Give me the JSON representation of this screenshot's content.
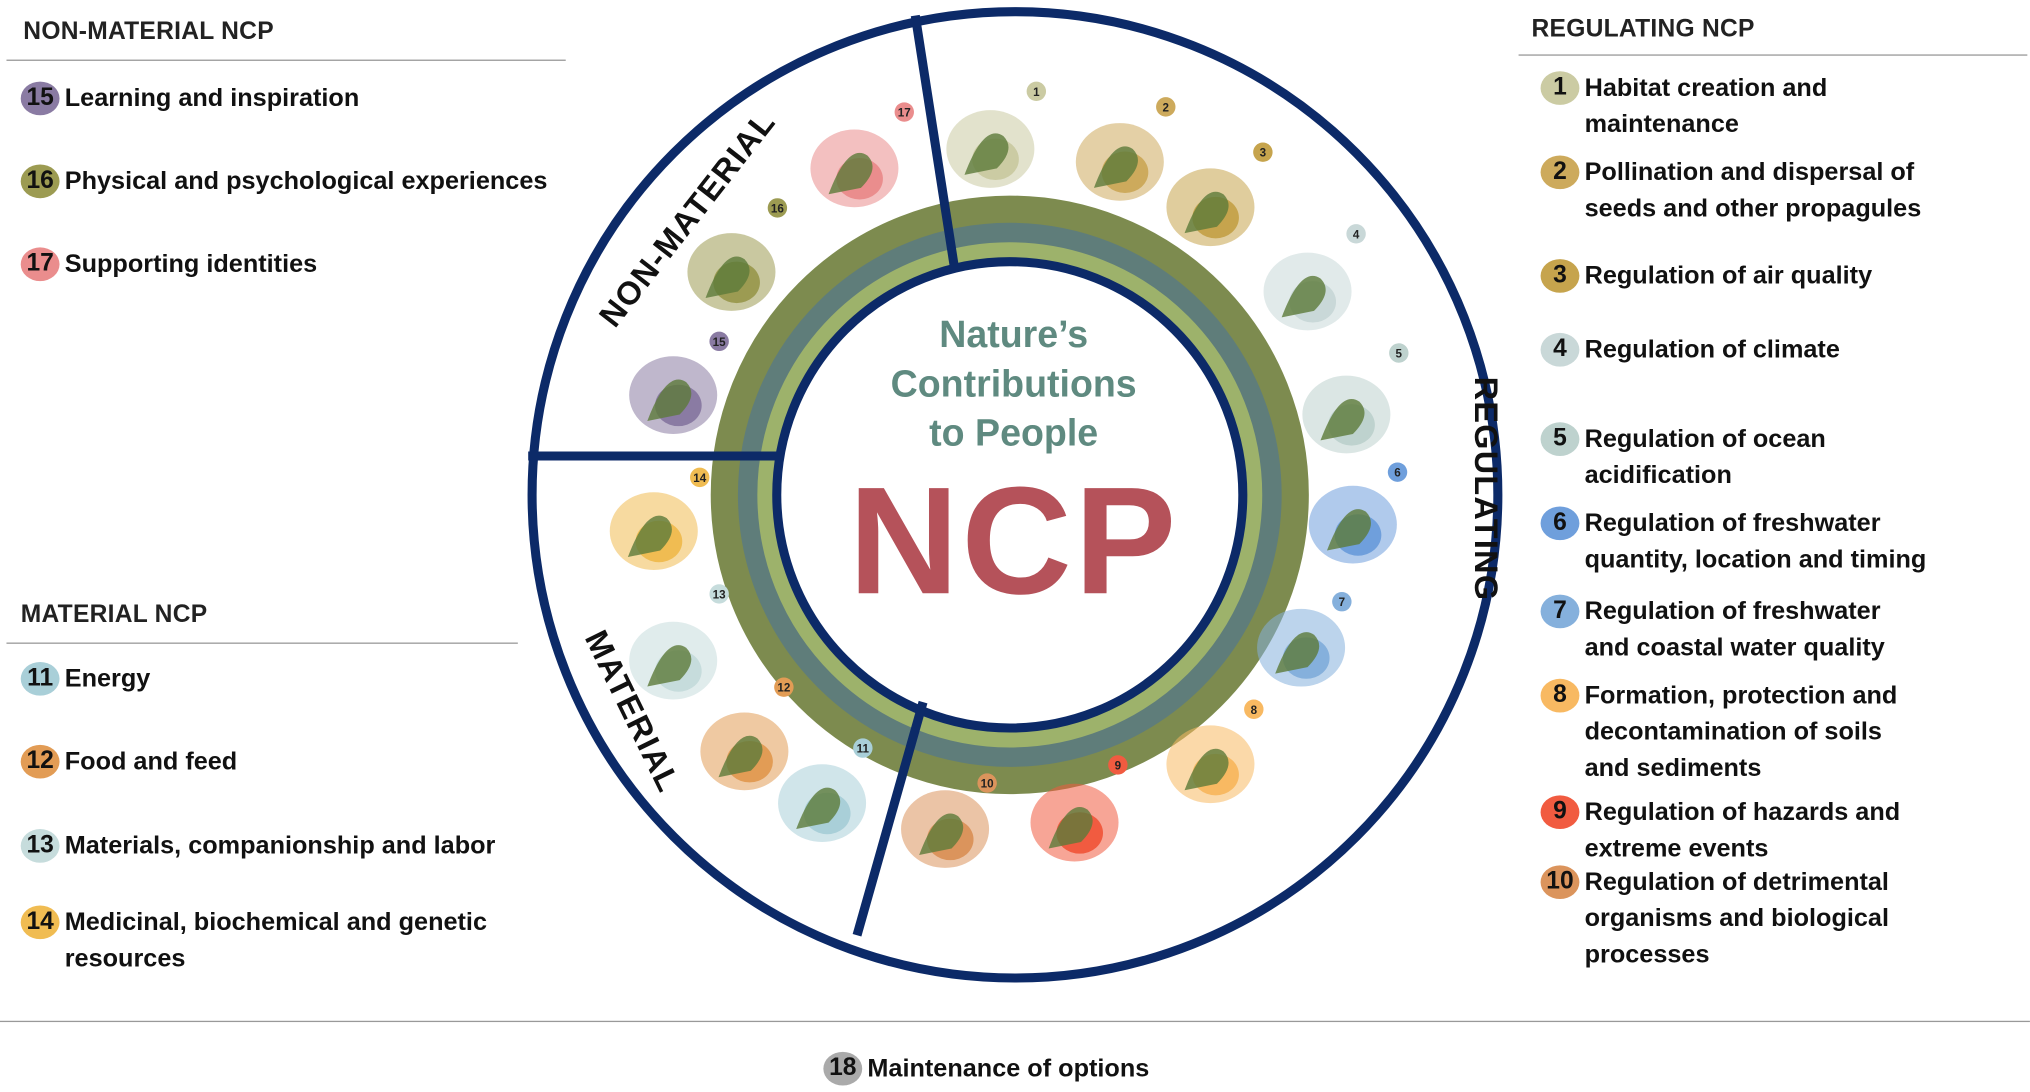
{
  "center": {
    "line1": "Nature’s",
    "line2": "Contributions",
    "line3": "to People",
    "acronym": "NCP"
  },
  "ring_labels": {
    "non_material": "NON-MATERIAL",
    "regulating": "REGULATING",
    "material": "MATERIAL"
  },
  "colors": {
    "navy": "#0c2a68",
    "olive": "#7d8b4f",
    "teal": "#5f7d7a",
    "lightgreen": "#9db26b",
    "ncp": "#b5525a",
    "center_text": "#5f8a80"
  },
  "non_material": {
    "header": "NON-MATERIAL NCP",
    "items": [
      {
        "num": "15",
        "label": "Learning and inspiration",
        "color": "#8a7ba3"
      },
      {
        "num": "16",
        "label": "Physical and psychological experiences",
        "color": "#9c9b52"
      },
      {
        "num": "17",
        "label": "Supporting identities",
        "color": "#ea8d8d"
      }
    ]
  },
  "material": {
    "header": "MATERIAL NCP",
    "items": [
      {
        "num": "11",
        "label": "Energy",
        "color": "#a9cfd8"
      },
      {
        "num": "12",
        "label": "Food and feed",
        "color": "#e29c55"
      },
      {
        "num": "13",
        "label": "Materials, companionship and labor",
        "color": "#c6dcdc"
      },
      {
        "num": "14",
        "label": "Medicinal, biochemical and genetic\nresources",
        "color": "#f0bc52"
      }
    ]
  },
  "regulating": {
    "header": "REGULATING NCP",
    "items": [
      {
        "num": "1",
        "label": "Habitat creation and\nmaintenance",
        "color": "#cbcba3"
      },
      {
        "num": "2",
        "label": "Pollination and dispersal of\nseeds and other propagules",
        "color": "#cdaa5c"
      },
      {
        "num": "3",
        "label": "Regulation of air quality",
        "color": "#c6a44d"
      },
      {
        "num": "4",
        "label": "Regulation of climate",
        "color": "#c9d8d8"
      },
      {
        "num": "5",
        "label": "Regulation of ocean\nacidification",
        "color": "#bed2ce"
      },
      {
        "num": "6",
        "label": "Regulation of freshwater\nquantity, location and timing",
        "color": "#6f9fdc"
      },
      {
        "num": "7",
        "label": "Regulation of freshwater\nand coastal water quality",
        "color": "#85b0dc"
      },
      {
        "num": "8",
        "label": "Formation, protection and\ndecontamination of soils\nand sediments",
        "color": "#f8b962"
      },
      {
        "num": "9",
        "label": "Regulation of hazards and\nextreme events",
        "color": "#f15b40"
      },
      {
        "num": "10",
        "label": "Regulation of detrimental\norganisms and biological\nprocesses",
        "color": "#db945c"
      }
    ]
  },
  "footer": {
    "num": "18",
    "label": "Maintenance of options",
    "color": "#aaaaaa"
  }
}
